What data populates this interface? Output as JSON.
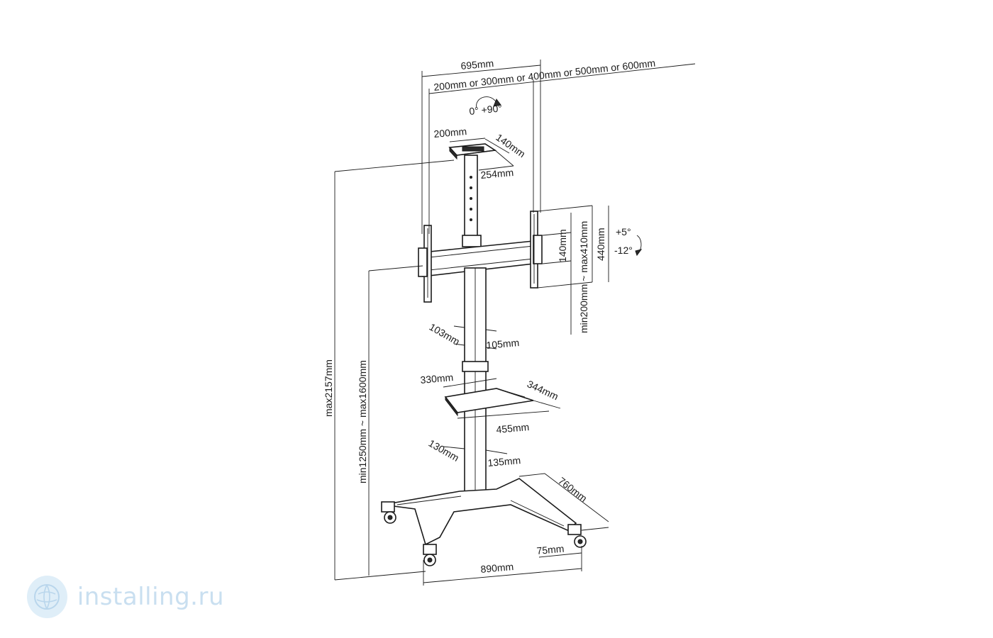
{
  "labels": {
    "width_total": "695mm",
    "vesa_range": "200mm or 300mm or 400mm or 500mm or 600mm",
    "rotation": "0° +90°",
    "top_w": "200mm",
    "top_d": "140mm",
    "top_len": "254mm",
    "bracket_h": "140mm",
    "vesa_v": "min200mm ~ max410mm",
    "arm_h": "440mm",
    "tilt_up": "+5°",
    "tilt_down": "-12°",
    "clamp_d": "103mm",
    "clamp_w": "105mm",
    "shelf_d": "330mm",
    "shelf_w": "344mm",
    "shelf_len": "455mm",
    "pole_d": "130mm",
    "pole_w": "135mm",
    "base_d": "760mm",
    "caster": "75mm",
    "base_w": "890mm",
    "max_height": "max2157mm",
    "mount_height": "min1250mm ~ max1600mm"
  },
  "watermark": {
    "text": "installing.ru",
    "logo_icon": "globe-logo-icon"
  }
}
